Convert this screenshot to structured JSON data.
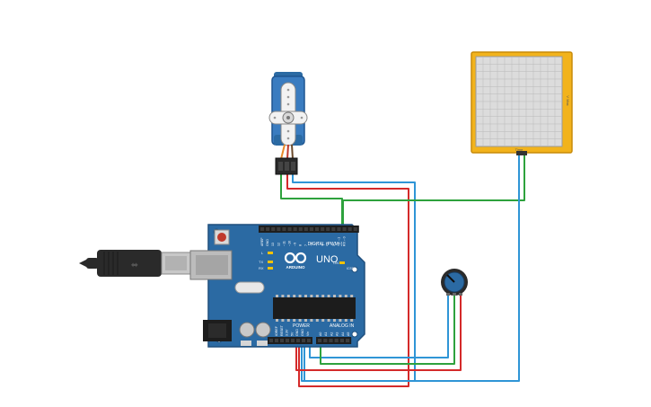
{
  "board": {
    "brand": "UNO",
    "digital_header": "DIGITAL (PWM~)",
    "power_label": "POWER",
    "analog_label": "ANALOG IN",
    "tx_label": "TX",
    "rx_label": "RX",
    "on_label": "ON",
    "l_label": "L",
    "icsp_label": "ICSP",
    "top_pin_labels": [
      "AREF",
      "GND",
      "13",
      "12",
      "~11",
      "~10",
      "~9",
      "8",
      "7",
      "~6",
      "~5",
      "4",
      "~3",
      "2",
      "TX→1",
      "RX←0"
    ],
    "power_pin_labels": [
      "IOREF",
      "RESET",
      "3.3V",
      "5V",
      "GND",
      "GND",
      "Vin"
    ],
    "analog_pin_labels": [
      "A0",
      "A1",
      "A2",
      "A3",
      "A4",
      "A5"
    ]
  },
  "plotter": {
    "axis_label": "Time",
    "side_label": "V Max"
  },
  "colors": {
    "board_blue": "#2b6aa3",
    "wire_red": "#d42a2a",
    "wire_green": "#2ea23d",
    "wire_blue": "#2f95d6",
    "plotter_frame": "#f2b31c"
  }
}
